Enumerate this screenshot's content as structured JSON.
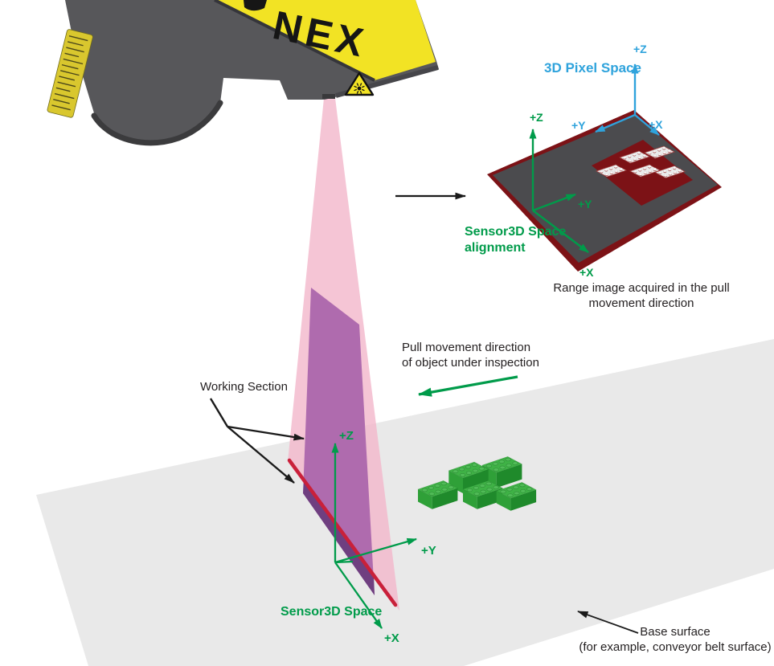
{
  "colors": {
    "green": "#009B4A",
    "blue": "#2FA3DC",
    "laser-red": "#C9203A",
    "pink": "#F2B6CB",
    "purple": "#A55FA9",
    "purple-dark": "#6B3C7D",
    "cognex-yellow": "#F2E324",
    "surface-gray": "#E9E9E9",
    "body-gray": "#57575A",
    "plate-gray": "#4B4B4E",
    "plate-red": "#7C1216",
    "brick-top": "#3FB246",
    "brick-left": "#2FA038",
    "brick-right": "#1F8A2B"
  },
  "sensor": {
    "logo": "NEX"
  },
  "main": {
    "working_section_label": "Working Section",
    "pull_line1": "Pull movement direction",
    "pull_line2": "of object under inspection",
    "space_label": "Sensor3D Space",
    "axis_z": "+Z",
    "axis_y": "+Y",
    "axis_x": "+X",
    "base_line1": "Base surface",
    "base_line2": "(for example, conveyor belt surface)"
  },
  "inset": {
    "pixel_space_label": "3D Pixel Space",
    "pixel_axis_z": "+Z",
    "pixel_axis_y": "+Y",
    "pixel_axis_x": "+X",
    "alignment_line1": "Sensor3D Space",
    "alignment_line2": "alignment",
    "align_axis_z": "+Z",
    "align_axis_y": "+Y",
    "align_axis_x": "+X",
    "caption_line1": "Range image acquired in the pull",
    "caption_line2": "movement direction"
  }
}
